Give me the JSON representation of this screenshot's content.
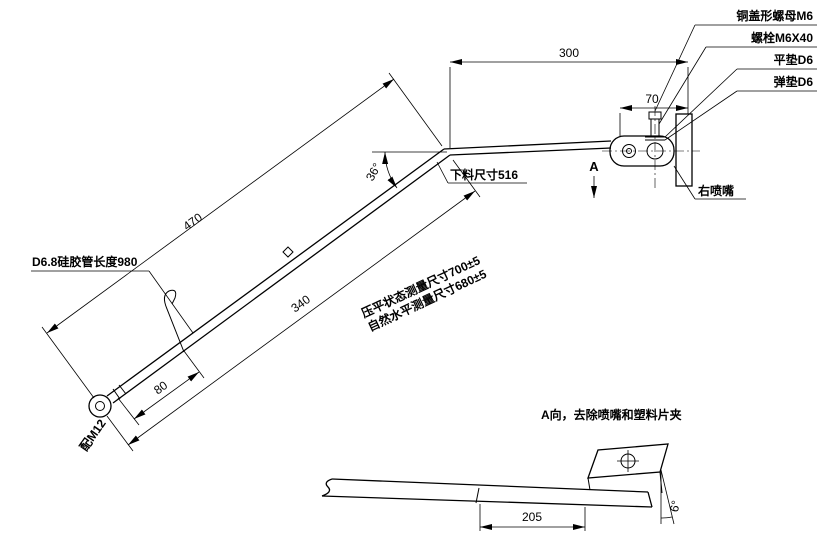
{
  "drawing": {
    "background_color": "#ffffff",
    "line_color": "#000000",
    "type": "engineering-drawing"
  },
  "parts_list": {
    "items": [
      {
        "label": "铜盖形螺母M6"
      },
      {
        "label": "螺栓M6X40"
      },
      {
        "label": "平垫D6"
      },
      {
        "label": "弹垫D6"
      }
    ]
  },
  "dims": {
    "top_length": "300",
    "nozzle_offset": "70",
    "tube_upper": "470",
    "tube_lower": "340",
    "end_segment": "80",
    "view_a_length": "205",
    "bend_angle": "36°",
    "view_a_angle": "6°"
  },
  "notes": {
    "cut_size": "下料尺寸516",
    "right_nozzle": "右喷嘴",
    "silicone_tube": "D6.8硅胶管长度980",
    "measure_flat": "压平状态测量尺寸700±5",
    "measure_natural": "自然水平测量尺寸680±5",
    "fit_thread": "配M12",
    "view_letter": "A",
    "view_a_title": "A向，去除喷嘴和塑料片夹"
  }
}
